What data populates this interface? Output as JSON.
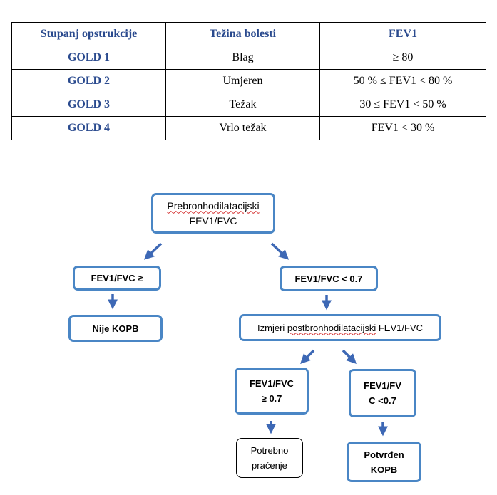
{
  "table": {
    "headers": [
      "Stupanj opstrukcije",
      "Težina bolesti",
      "FEV1"
    ],
    "rows": [
      {
        "stage": "GOLD 1",
        "severity": "Blag",
        "fev1": "≥ 80"
      },
      {
        "stage": "GOLD 2",
        "severity": "Umjeren",
        "fev1": "50 % ≤ FEV1 < 80 %"
      },
      {
        "stage": "GOLD 3",
        "severity": "Težak",
        "fev1": "30 ≤ FEV1 < 50 %"
      },
      {
        "stage": "GOLD 4",
        "severity": "Vrlo težak",
        "fev1": "FEV1 < 30 %"
      }
    ]
  },
  "flowchart": {
    "start": {
      "line1": "Prebronhodilatacijski",
      "line2": "FEV1/FVC"
    },
    "left_branch": "FEV1/FVC ≥",
    "left_result": "Nije KOPB",
    "right_branch": "FEV1/FVC < 0.7",
    "measure": {
      "prefix": "Izmjeri ",
      "word": "postbronhodilatacijski",
      "suffix": " FEV1/FVC"
    },
    "post_left": {
      "line1": "FEV1/FVC",
      "line2": "≥ 0.7"
    },
    "post_right": {
      "line1": "FEV1/FV",
      "line2": "C <0.7"
    },
    "follow_up": {
      "line1": "Potrebno",
      "line2": "praćenje"
    },
    "confirmed": {
      "line1": "Potvrđen",
      "line2": "KOPB"
    }
  },
  "colors": {
    "accent": "#4a86c5",
    "header_text": "#2a4a8e",
    "arrow": "#3d68b5"
  }
}
